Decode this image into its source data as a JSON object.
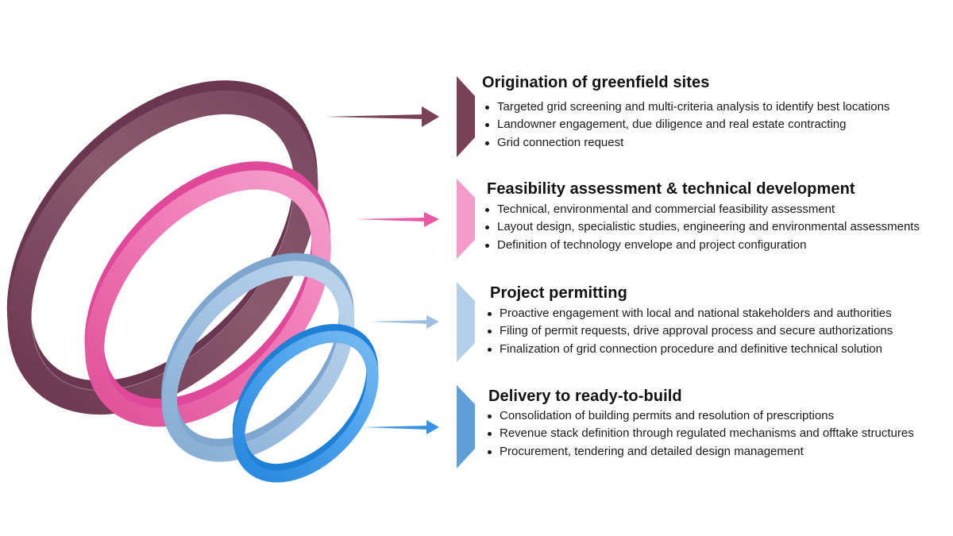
{
  "colors": {
    "stage1": "#7a4057",
    "stage2": "#ea5aa4",
    "stage3": "#8fb3d8",
    "stage4": "#3a93e2"
  },
  "stages": [
    {
      "title": "Origination of greenfield sites",
      "bullets": [
        "Targeted grid screening and multi-criteria analysis to identify best locations",
        "Landowner engagement, due diligence and real estate contracting",
        "Grid connection request"
      ]
    },
    {
      "title": "Feasibility assessment & technical development",
      "bullets": [
        "Technical, environmental and commercial feasibility assessment",
        "Layout design, specialistic studies, engineering and environmental assessments",
        "Definition of technology envelope and project configuration"
      ]
    },
    {
      "title": "Project permitting",
      "bullets": [
        "Proactive engagement with local and national stakeholders and authorities",
        "Filing of permit requests, drive approval process and secure authorizations",
        "Finalization of grid connection procedure and definitive technical solution"
      ]
    },
    {
      "title": "Delivery to ready-to-build",
      "bullets": [
        "Consolidation of building permits and resolution of prescriptions",
        "Revenue stack definition through regulated mechanisms and offtake structures",
        "Procurement, tendering and detailed design management"
      ]
    }
  ]
}
